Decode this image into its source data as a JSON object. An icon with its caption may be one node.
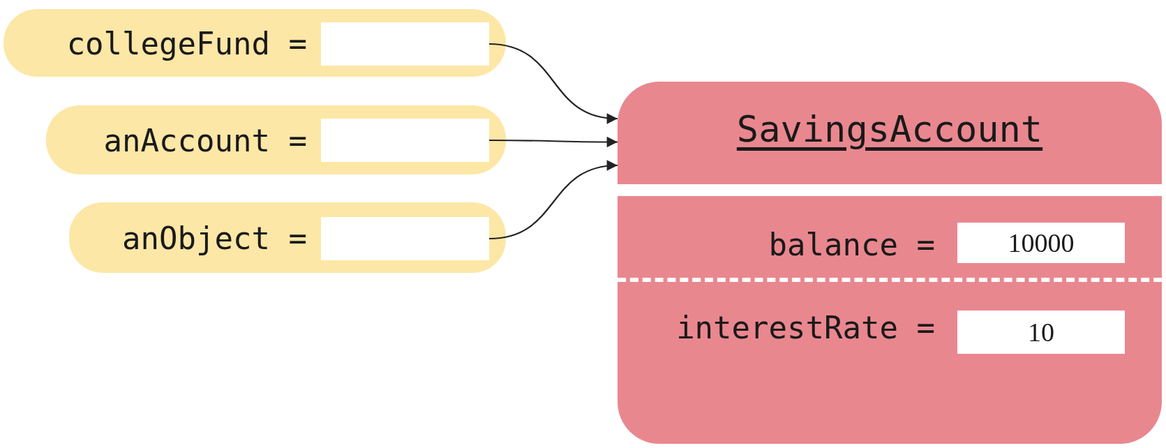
{
  "diagram": {
    "nodes": [
      {
        "text": [
          "collegeFund ="
        ]
      },
      {
        "text": [],
        "shape": "box",
        "in": 0
      },
      {
        "text": [
          "anAccount ="
        ]
      },
      {
        "text": [],
        "shape": "box",
        "in": 2
      },
      {
        "text": [
          "anObject ="
        ]
      },
      {
        "text": [],
        "shape": "box",
        "in": 4
      },
      {
        "text": [
          "SavingsAccount"
        ]
      },
      {
        "text": [
          "balance ="
        ],
        "in": 6
      },
      {
        "text": [
          "10000"
        ],
        "in": 7
      },
      {
        "text": [
          "interestRate ="
        ],
        "in": 6
      },
      {
        "text": [
          "10"
        ],
        "in": 9
      }
    ],
    "edges": [
      {
        "from": 1,
        "to": 6,
        "arrow": "to"
      },
      {
        "from": 3,
        "to": 6,
        "arrow": "to"
      },
      {
        "from": 5,
        "to": 6,
        "arrow": "to"
      }
    ]
  }
}
